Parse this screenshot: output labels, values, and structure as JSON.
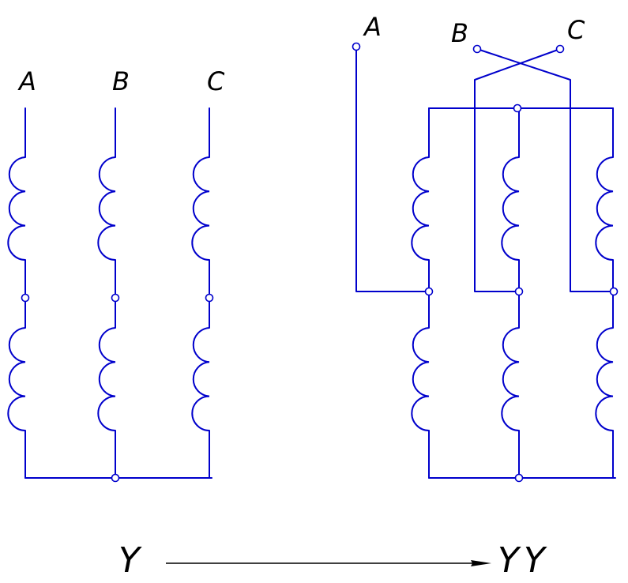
{
  "left_diagram": {
    "phase_labels": [
      "A",
      "B",
      "C"
    ]
  },
  "right_diagram": {
    "phase_labels": [
      "A",
      "B",
      "C"
    ]
  },
  "transition": {
    "from_label": "Y",
    "to_label": "YY"
  },
  "colors": {
    "wire": "#0000cc",
    "text": "#000000"
  }
}
